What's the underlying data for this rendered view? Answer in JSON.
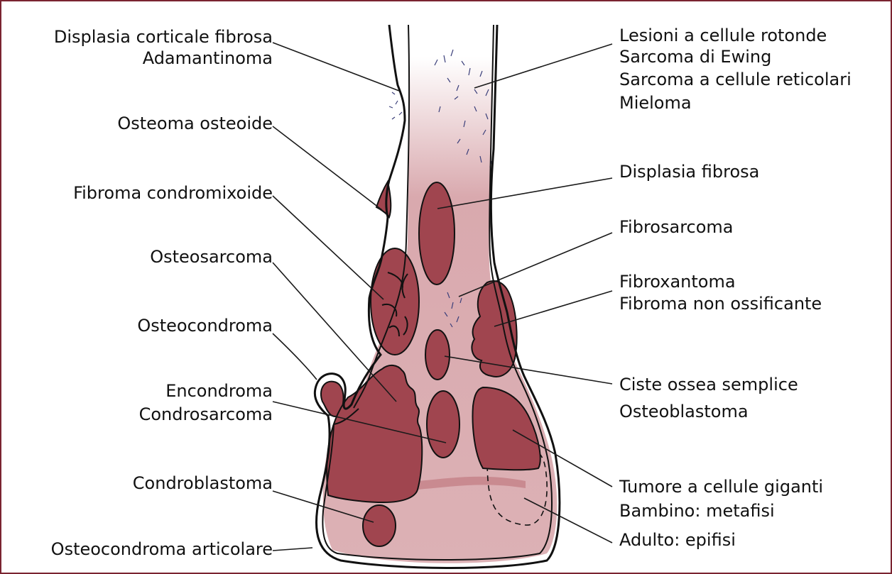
{
  "colors": {
    "border": "#7a2430",
    "lesion": "#a0454f",
    "marrow": "#dcb1b5",
    "physis": "#c98a90",
    "speckle": "#3b3f7a"
  },
  "labels_left": {
    "l1a": "Displasia corticale fibrosa",
    "l1b": "Adamantinoma",
    "l2": "Osteoma osteoide",
    "l3": "Fibroma condromixoide",
    "l4": "Osteosarcoma",
    "l5": "Osteocondroma",
    "l6a": "Encondroma",
    "l6b": "Condrosarcoma",
    "l7": "Condroblastoma",
    "l8": "Osteocondroma articolare"
  },
  "labels_right": {
    "r1a": "Lesioni a cellule rotonde",
    "r1b": "Sarcoma di Ewing",
    "r1c": "Sarcoma a cellule reticolari",
    "r1d": "Mieloma",
    "r2": "Displasia fibrosa",
    "r3": "Fibrosarcoma",
    "r4a": "Fibroxantoma",
    "r4b": "Fibroma non ossificante",
    "r5a": "Ciste ossea semplice",
    "r5b": "Osteoblastoma",
    "r6a": "Tumore a cellule giganti",
    "r6b": "Bambino: metafisi",
    "r6c": "Adulto: epifisi"
  }
}
